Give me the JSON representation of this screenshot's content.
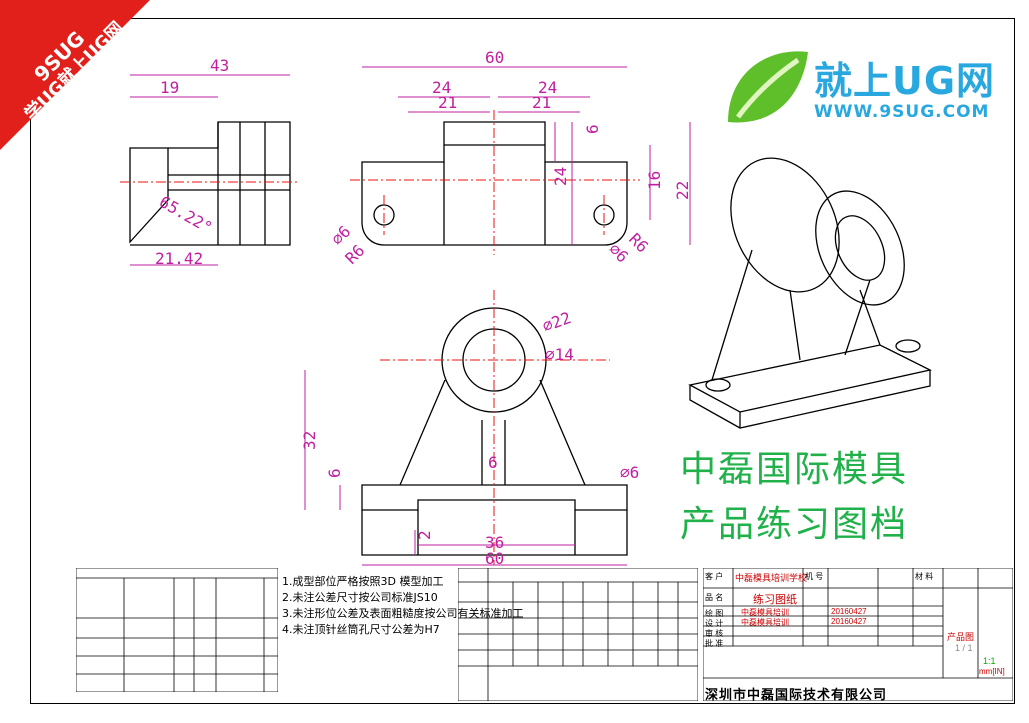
{
  "corner_badge": {
    "line1": "9SUG",
    "line2": "学UG就上UG网"
  },
  "logo": {
    "main": "就上UG网",
    "url": "WWW.9SUG.COM"
  },
  "watermark": {
    "line1": "中磊国际模具",
    "line2": "产品练习图档"
  },
  "dims_top_left": {
    "d43": "43",
    "d19": "19",
    "angle": "65.22°",
    "d2142": "21.42"
  },
  "dims_top_mid": {
    "d60": "60",
    "d24a": "24",
    "d24b": "24",
    "d21a": "21",
    "d21b": "21",
    "d6": "6",
    "d24v": "24",
    "d16": "16",
    "d22": "22",
    "phi6a": "⌀6",
    "r6a": "R6",
    "phi6b": "⌀6",
    "r6b": "R6"
  },
  "dims_bottom": {
    "phi22": "⌀22",
    "phi14": "⌀14",
    "d32": "32",
    "d6l": "6",
    "d6c": "6",
    "phi6": "⌀6",
    "d2": "2",
    "d36": "36",
    "d60": "60"
  },
  "notes": [
    "1.成型部位严格按照3D 模型加工",
    "2.未注公差尺寸按公司标准JS10",
    "3.未注形位公差及表面粗糙度按公司有关标准加工",
    "4.未注顶针丝筒孔尺寸公差为H7"
  ],
  "title_block": {
    "customer_label": "客 户",
    "customer": "中磊模具培训学校",
    "part_no_label": "机 号",
    "title_label": "品 名",
    "title": "练习图纸",
    "material_label": "材 料",
    "drawing_label": "绘 图",
    "drawer": "中磊模具培训",
    "date1": "20160427",
    "designer_label": "设 计",
    "designer": "中磊模具培训",
    "date2": "20160427",
    "check_label": "审 核",
    "approve_label": "批 准",
    "product_label": "产品图",
    "sheet": "1 / 1",
    "scale": "1:1",
    "unit": "mm[IN]",
    "company": "深圳市中磊国际技术有限公司"
  }
}
